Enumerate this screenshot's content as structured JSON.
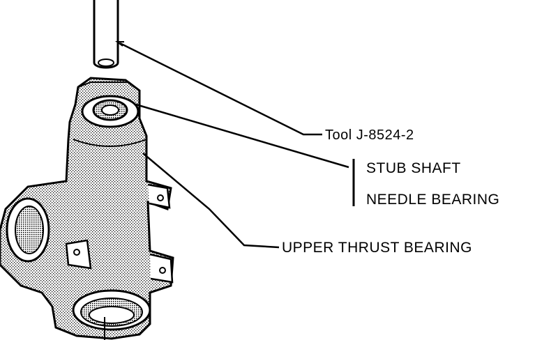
{
  "labels": {
    "tool": "Tool J-8524-2",
    "stub_shaft": "STUB SHAFT",
    "needle_bearing": "NEEDLE BEARING",
    "upper_thrust_bearing": "UPPER THRUST BEARING"
  },
  "colors": {
    "ink": "#000000",
    "paper": "#ffffff"
  }
}
